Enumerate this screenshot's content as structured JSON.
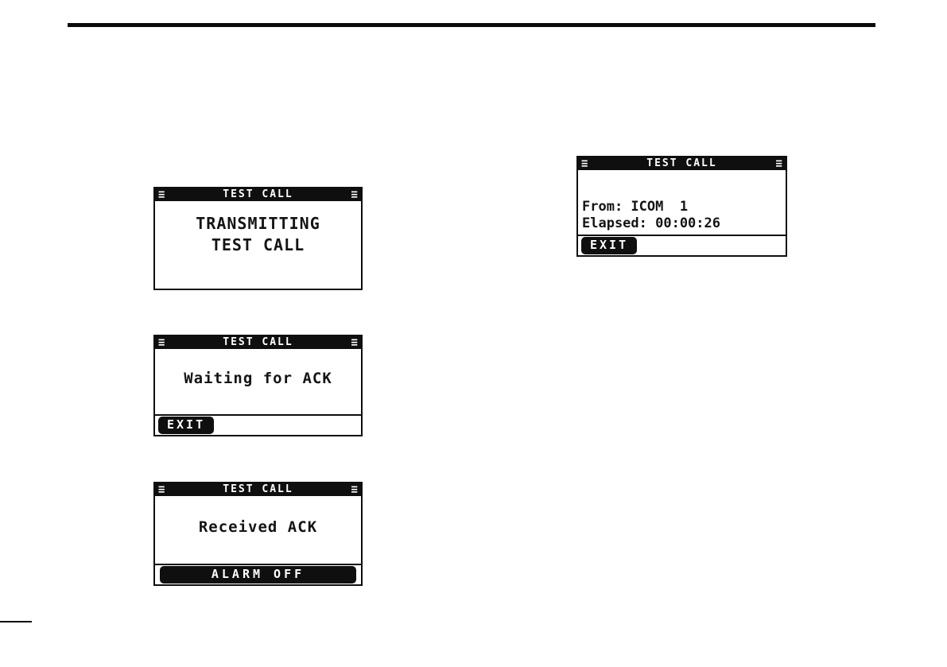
{
  "colors": {
    "ink": "#0f0f0f",
    "screen_bg": "#ffffff"
  },
  "icons": {
    "menu": "≡"
  },
  "screens": {
    "transmitting": {
      "title": "TEST CALL",
      "body_line1": "TRANSMITTING",
      "body_line2": "TEST CALL"
    },
    "waiting": {
      "title": "TEST CALL",
      "body_line1": "Waiting for ACK",
      "softkey": "EXIT"
    },
    "received": {
      "title": "TEST CALL",
      "body_line1": "Received ACK",
      "softkey": "ALARM OFF"
    },
    "elapsed": {
      "title": "TEST CALL",
      "from_line": "From: ICOM  1",
      "elapsed_line": "Elapsed: 00:00:26",
      "softkey": "EXIT"
    }
  }
}
